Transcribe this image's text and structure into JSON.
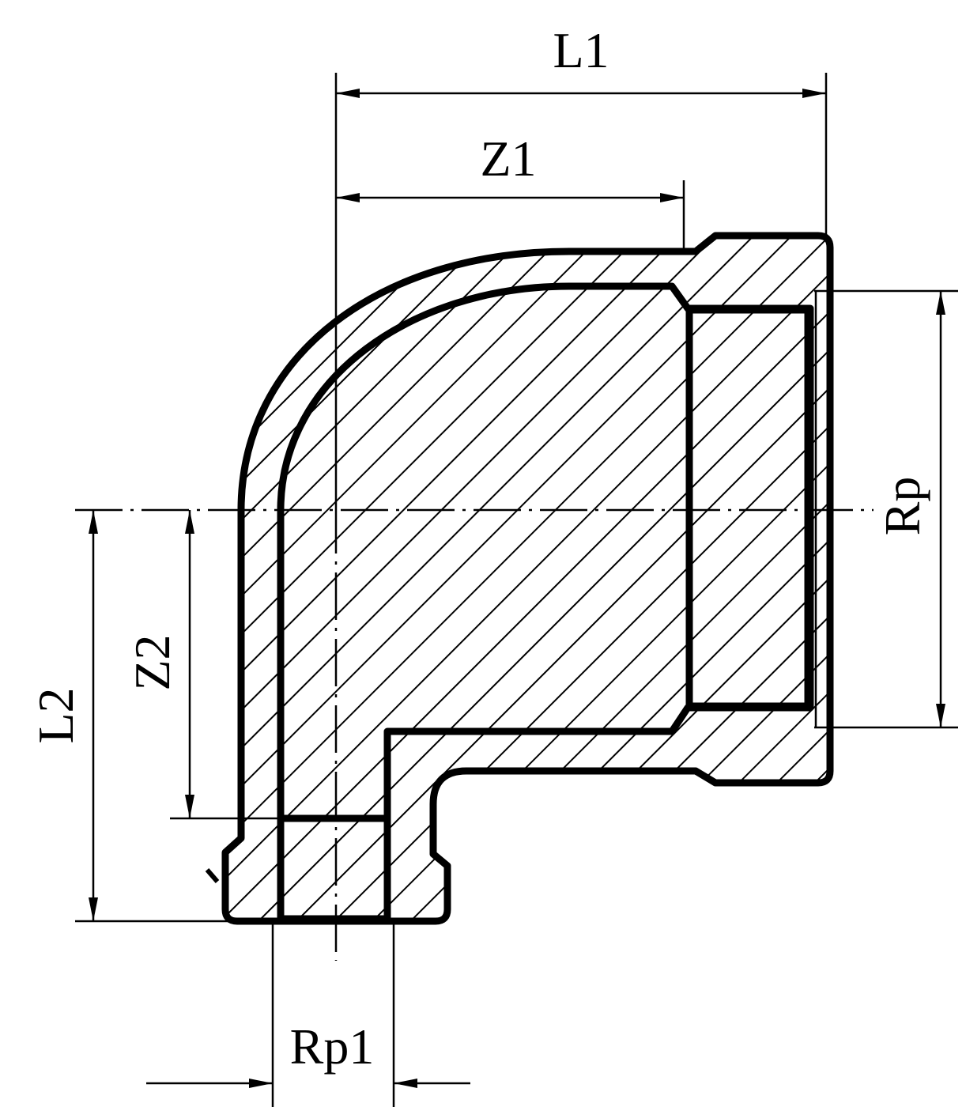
{
  "drawing": {
    "dimensions": {
      "l1": "L1",
      "z1": "Z1",
      "rp": "Rp",
      "l2": "L2",
      "z2": "Z2",
      "rp1": "Rp1"
    },
    "colors": {
      "line": "#000000",
      "background": "#ffffff"
    }
  }
}
